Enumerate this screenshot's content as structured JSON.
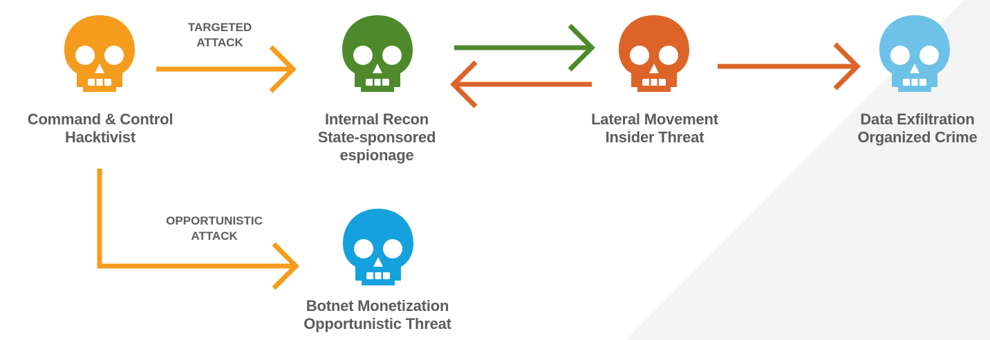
{
  "colors": {
    "orange": "#F59C1E",
    "green": "#4E8A2C",
    "red_orange": "#DC6428",
    "light_blue": "#6EC2E8",
    "blue": "#15A1DD",
    "label_text": "#5C5C5E",
    "background_panel": "#F4F4F4"
  },
  "nodes": [
    {
      "id": "command-control",
      "icon": "skull-icon",
      "color": "#F59C1E",
      "lines": [
        "Command & Control",
        "Hacktivist"
      ]
    },
    {
      "id": "internal-recon",
      "icon": "skull-icon",
      "color": "#4E8A2C",
      "lines": [
        "Internal Recon",
        "State-sponsored",
        "espionage"
      ]
    },
    {
      "id": "lateral-movement",
      "icon": "skull-icon",
      "color": "#DC6428",
      "lines": [
        "Lateral Movement",
        "Insider Threat"
      ]
    },
    {
      "id": "data-exfiltration",
      "icon": "skull-icon",
      "color": "#6EC2E8",
      "lines": [
        "Data Exfiltration",
        "Organized Crime"
      ]
    },
    {
      "id": "botnet-monetization",
      "icon": "skull-icon",
      "color": "#15A1DD",
      "lines": [
        "Botnet Monetization",
        "Opportunistic Threat"
      ]
    }
  ],
  "edges": [
    {
      "from": "command-control",
      "to": "internal-recon",
      "color": "#F59C1E",
      "lines": [
        "TARGETED",
        "ATTACK"
      ]
    },
    {
      "from": "command-control",
      "to": "botnet-monetization",
      "color": "#F59C1E",
      "lines": [
        "OPPORTUNISTIC",
        "ATTACK"
      ]
    },
    {
      "from": "internal-recon",
      "to": "lateral-movement",
      "color": "#4E8A2C",
      "lines": []
    },
    {
      "from": "lateral-movement",
      "to": "internal-recon",
      "color": "#DC6428",
      "lines": []
    },
    {
      "from": "lateral-movement",
      "to": "data-exfiltration",
      "color": "#DC6428",
      "lines": []
    }
  ]
}
